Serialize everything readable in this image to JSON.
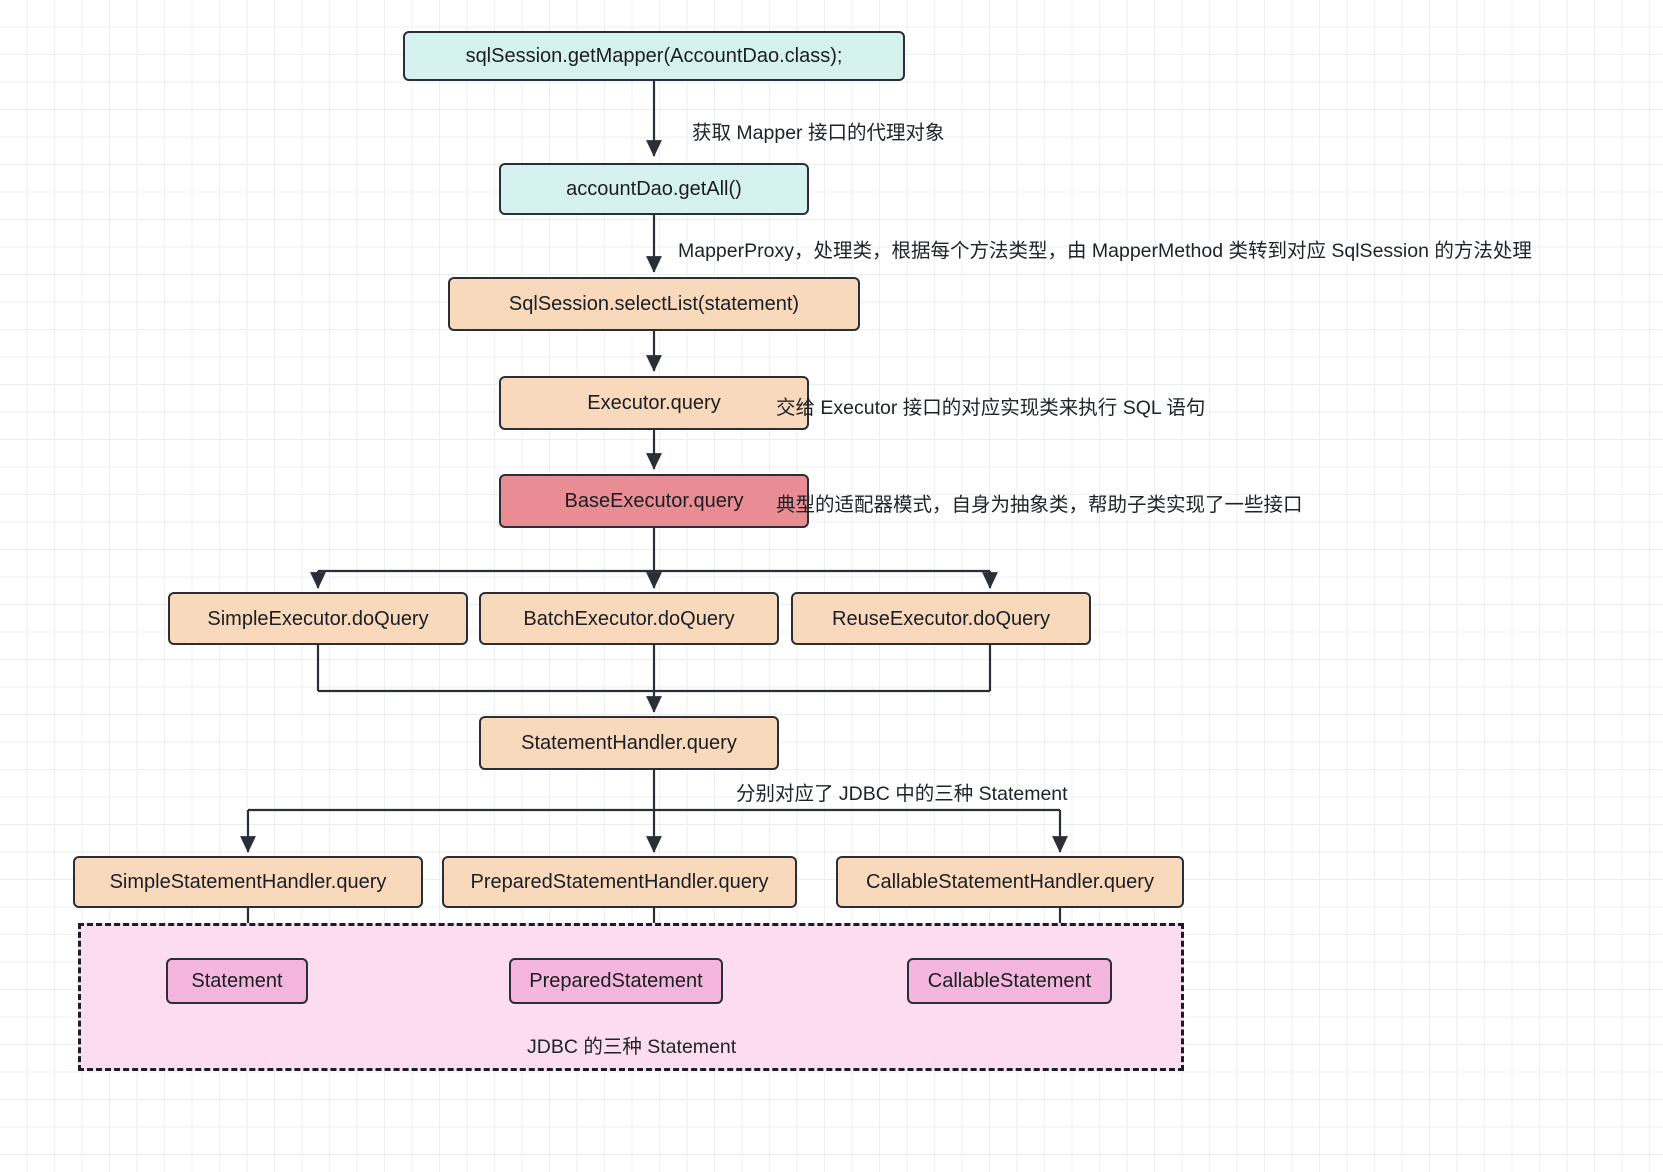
{
  "diagram": {
    "title": "MyBatis query execution flow",
    "colors": {
      "cyan": "#d6f2ef",
      "peach": "#f9d9bb",
      "red": "#e98c94",
      "pink": "#f4b6dd",
      "group_fill": "#fbdcf0",
      "stroke": "#2a2e36",
      "grid": "#e2e7ea"
    },
    "nodes": [
      {
        "id": "n1",
        "label": "sqlSession.getMapper(AccountDao.class);",
        "color": "cyan"
      },
      {
        "id": "n2",
        "label": "accountDao.getAll()",
        "color": "cyan"
      },
      {
        "id": "n3",
        "label": "SqlSession.selectList(statement)",
        "color": "peach"
      },
      {
        "id": "n4",
        "label": "Executor.query",
        "color": "peach"
      },
      {
        "id": "n5",
        "label": "BaseExecutor.query",
        "color": "red"
      },
      {
        "id": "n6",
        "label": "SimpleExecutor.doQuery",
        "color": "peach"
      },
      {
        "id": "n7",
        "label": "BatchExecutor.doQuery",
        "color": "peach"
      },
      {
        "id": "n8",
        "label": "ReuseExecutor.doQuery",
        "color": "peach"
      },
      {
        "id": "n9",
        "label": "StatementHandler.query",
        "color": "peach"
      },
      {
        "id": "n10",
        "label": "SimpleStatementHandler.query",
        "color": "peach"
      },
      {
        "id": "n11",
        "label": "PreparedStatementHandler.query",
        "color": "peach"
      },
      {
        "id": "n12",
        "label": "CallableStatementHandler.query",
        "color": "peach"
      },
      {
        "id": "n13",
        "label": "Statement",
        "color": "pink"
      },
      {
        "id": "n14",
        "label": "PreparedStatement",
        "color": "pink"
      },
      {
        "id": "n15",
        "label": "CallableStatement",
        "color": "pink"
      }
    ],
    "annotations": [
      {
        "id": "a1",
        "text": "获取 Mapper 接口的代理对象"
      },
      {
        "id": "a2",
        "text": "MapperProxy，处理类，根据每个方法类型，由 MapperMethod 类转到对应 SqlSession 的方法处理"
      },
      {
        "id": "a3",
        "text": "交给 Executor 接口的对应实现类来执行 SQL 语句"
      },
      {
        "id": "a4",
        "text": "典型的适配器模式，自身为抽象类，帮助子类实现了一些接口"
      },
      {
        "id": "a5",
        "text": "分别对应了 JDBC 中的三种 Statement"
      }
    ],
    "group": {
      "label": "JDBC 的三种 Statement"
    }
  }
}
